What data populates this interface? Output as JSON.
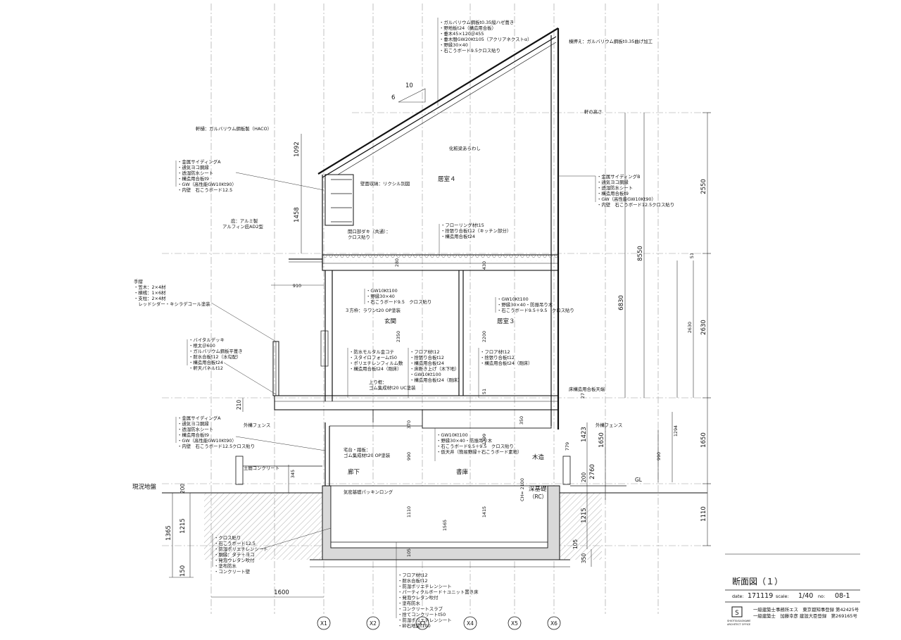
{
  "grid_labels": [
    "X1",
    "X2",
    "X3",
    "X4",
    "X5",
    "X6"
  ],
  "rooms": {
    "room4": "居室４",
    "room3": "居室３",
    "entrance": "玄関",
    "corridor": "廊下",
    "study": "書庫",
    "wood": "木造",
    "deep_foundation": "深基礎",
    "rc": "（RC）"
  },
  "labels": {
    "ground_existing": "現況地盤",
    "gl": "GL",
    "eave_height": "軒の高さ",
    "beam_exposed": "化粧梁あらわし",
    "ridge_flashing": "棟押え：ガルバリウム鋼板t0.35曲げ加工",
    "gutter": "軒樋：ガルバリウム鋼板製（HACO）",
    "wall_storage": "壁面収納：リクシル別図",
    "opening_trim": [
      "開口部ダキ（共通）：",
      "クロス貼り"
    ],
    "eave_canopy": [
      "庇：アルミ製",
      "アルフィン庇AD2型"
    ],
    "frame_paint": "３方枠：ラワンt20 OP塗装",
    "step": [
      "上り框：",
      "ゴム集成材t20 UC塗装"
    ],
    "floor_edge": "床構造用合板天端",
    "fence_left": "外構フェンス",
    "fence_right": "外構フェンス",
    "earth_concrete": "土間コンクリート",
    "step_floor": [
      "宅台・踏板：",
      "ゴム集成材t20 OP塗装"
    ],
    "airtight": "気密基礎パッキンロング",
    "ch": "CH= 2100"
  },
  "spec_roof": [
    "・ガルバリウム鋼板t0.35縦ハゼ葺き",
    "・野地板t24（構造用合板）",
    "・垂木45×120＠455",
    "・垂木間GW20Kt105（アクリアネクストα）",
    "・野縁30×40",
    "・石こうボード9.5クロス貼り"
  ],
  "spec_siding_a_upper": [
    "・金属サイディングA",
    "・通気ヨコ胴縁",
    "・透湿防水シート",
    "・構造用合板t9",
    "・GW（高性能GW10Kt90）",
    "・内壁　石こうボード12.5"
  ],
  "spec_siding_b": [
    "・金属サイディングB",
    "・通気ヨコ胴縁",
    "・透湿防水シート",
    "・構造用合板t9",
    "・GW（高性能GW10Kt90）",
    "・内壁　石こうボード12.5クロス貼り"
  ],
  "spec_floor4": [
    "・フローリング材t15",
    "・捨張り合板t12（キッチン部分）",
    "・構造用合板t24"
  ],
  "spec_handrail": [
    "手摺",
    "・笠木：2×4材",
    "・横桟：1×6材",
    "・支柱：2×4材",
    "　レッドシダー・キシラデコール塗装"
  ],
  "spec_ceiling_entrance": [
    "・GW10Kt100",
    "・野縁30×40",
    "・石こうボード9.5　クロス貼り"
  ],
  "spec_ceiling_room3": [
    "・GW10Kt100",
    "・野縁30×40・防振吊り木",
    "・石こうボード9.5＋9.5　クロス貼り"
  ],
  "spec_deck": [
    "・バイタルデッキ",
    "・根太＠600",
    "・ガルバリウム鋼板平葺き",
    "・耐水合板t12（水勾配）",
    "・構造用合板t24",
    "・軒天パネルt12"
  ],
  "spec_entrance_floor": [
    "・防水モルタル金コテ",
    "・スタイロフォームt50",
    "・ポリエチレンフィルム敷",
    "・構造用合板t24（剛床）"
  ],
  "spec_floor_mid": [
    "・フロア材t12",
    "・捨張り合板t12",
    "・構造用合板t24",
    "・床断き上げ（木下地）",
    "・GW10Kt100",
    "・構造用合板t24（剛床）"
  ],
  "spec_floor_room3": [
    "・フロア材t12",
    "・捨張り合板t12",
    "・構造用合板t24（剛床）"
  ],
  "spec_siding_a_lower": [
    "・金属サイディングA",
    "・通気ヨコ胴縁",
    "・透湿防水シート",
    "・構造用合板t9",
    "・GW（高性能GW10Kt90）",
    "・内壁　石こうボード12.5クロス貼り"
  ],
  "spec_ceiling_study": [
    "・GW10Kt100",
    "・野縁30×40・防振吊り木",
    "・石こうボード9.5＋9.5　クロス貼り",
    "・仮天井（簡易野縁＋石こうボード素地）"
  ],
  "spec_basement_wall": [
    "・クロス貼り",
    "・石こうボード12.5",
    "・防湿ポリエチレンシート",
    "・胴縁：タテ＋ヨコ",
    "・発泡ウレタン吹付",
    "・塗布防水",
    "・コンクリート壁"
  ],
  "spec_basement_floor": [
    "・フロア材t12",
    "・耐水合板t12",
    "・防湿ポリエチレンシート",
    "・パーティクルボード＋ユニット置き床",
    "・発泡ウレタン吹付",
    "・塗布防水",
    "・コンクリートスラブ",
    "・捨てコンクリートt50",
    "・防湿ポリエチレンシート",
    "・砕石地業t100"
  ],
  "dims": {
    "d1092": "1092",
    "d1458": "1458",
    "d910": "910",
    "d2550": "2550",
    "d8550": "8550",
    "d6830": "6830",
    "d2630a": "2630",
    "d2630b": "2630",
    "d1650a": "1650",
    "d1650b": "1650",
    "d1110a": "1110",
    "d210": "210",
    "d1365": "1365",
    "d1215a": "1215",
    "d150": "150",
    "d200a": "200",
    "d1600": "1600",
    "d280": "280",
    "d430": "430",
    "d2350": "2350",
    "d2200": "2200",
    "d51a": "51",
    "d51b": "51",
    "d27": "27",
    "d370": "370",
    "d350a": "350",
    "d1399": "1399",
    "d1423": "1423",
    "d1294": "1294",
    "d779": "779",
    "d990a": "990",
    "d990b": "990",
    "d2760": "2760",
    "d200b": "200",
    "d1215b": "1215",
    "d105a": "105",
    "d105b": "105",
    "d350b": "350",
    "d1110b": "1110",
    "d1565": "1565",
    "d1415": "1415",
    "d345": "345",
    "pitch_6": "6",
    "pitch_10": "10"
  },
  "title_block": {
    "title": "断面図（１）",
    "date_label": "date:",
    "date": "171119",
    "scale_label": "scale:",
    "scale": "1/40",
    "no_label": "no:",
    "no": "08-1",
    "office1": "一級建築士事務所エス　東京都知事登録 第42425号",
    "office2": "一級建築士　加藤幸彦 建設大臣登録　第269165号",
    "logo_mark": "S",
    "logo_text1": "SHIOTSUGAOKAWE",
    "logo_text2": "ARCHITECT OFFICE"
  }
}
